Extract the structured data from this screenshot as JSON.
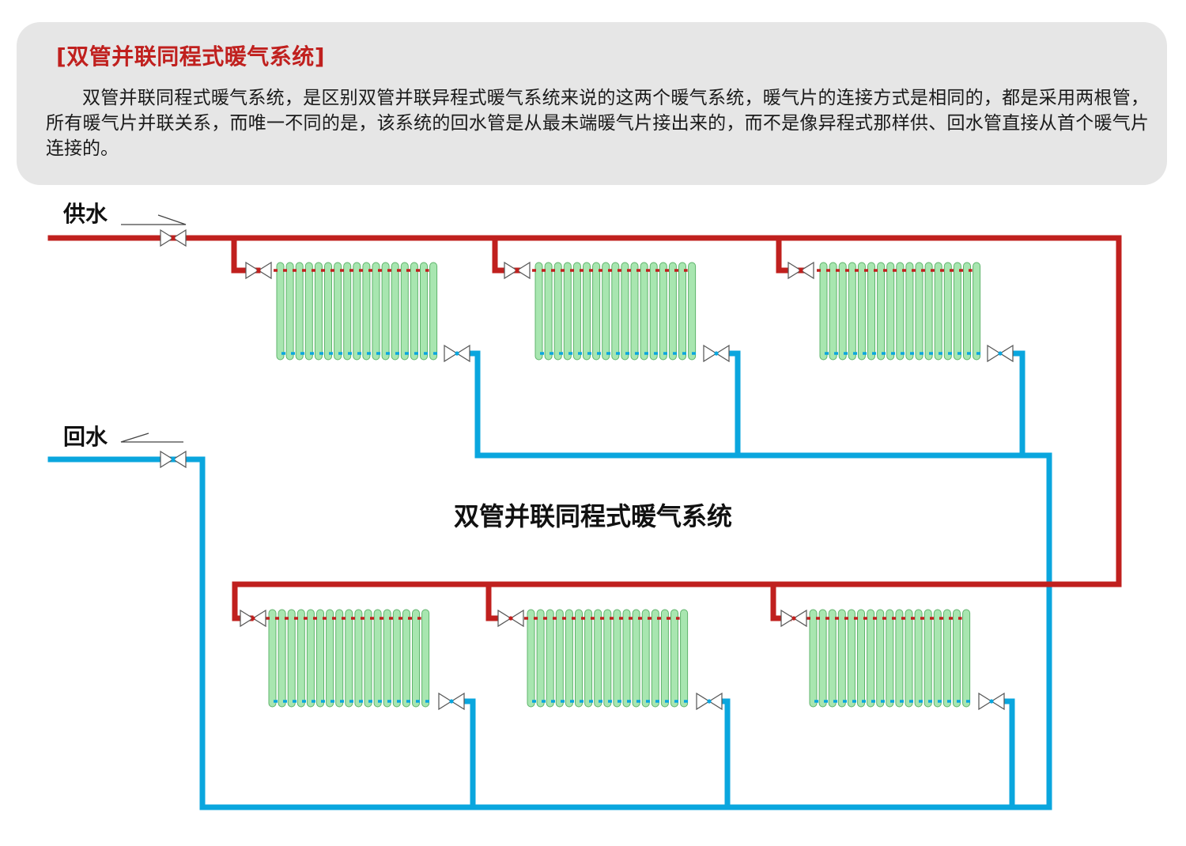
{
  "intro": {
    "title": "[双管并联同程式暖气系统]",
    "body": "双管并联同程式暖气系统，是区别双管并联异程式暖气系统来说的这两个暖气系统，暖气片的连接方式是相同的，都是采用两根管，所有暖气片并联关系，而唯一不同的是，该系统的回水管是从最未端暖气片接出来的，而不是像异程式那样供、回水管直接从首个暖气片连接的。"
  },
  "diagram": {
    "supply_label": "供水",
    "return_label": "回水",
    "caption": "双管并联同程式暖气系统",
    "colors": {
      "supply": "#c0201e",
      "return": "#0aa6de",
      "radiator_fill": "#a8e6b0",
      "radiator_stroke": "#5fb46c",
      "title_red": "#c0201e",
      "box_bg": "#e6e6e6"
    },
    "icons": [
      "flow-arrow-icon",
      "valve-icon",
      "radiator-icon"
    ]
  }
}
